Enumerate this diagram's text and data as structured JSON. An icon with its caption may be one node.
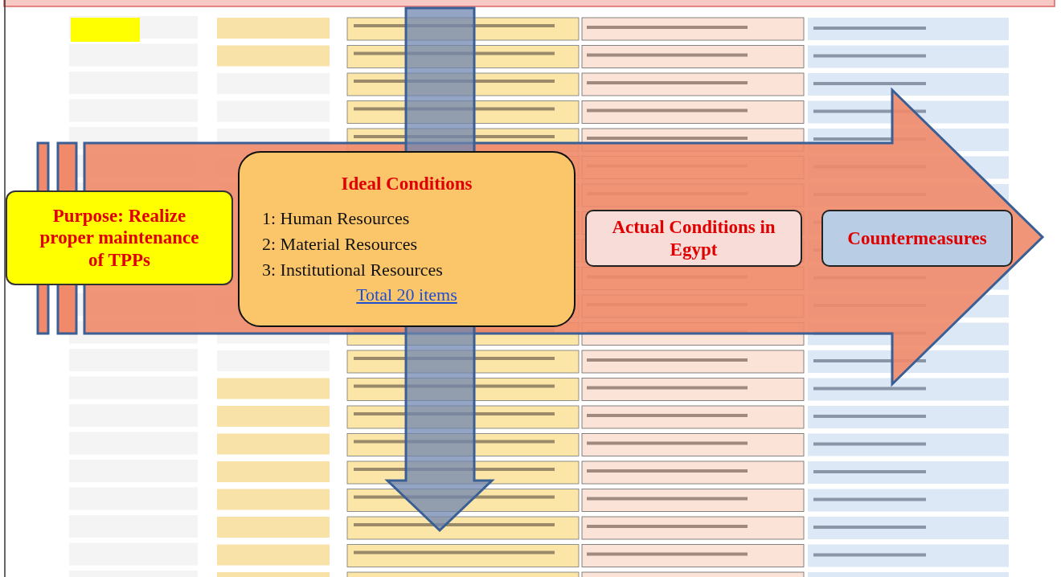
{
  "diagram": {
    "nodes": [
      {
        "text": [
          "Purpose: Realize proper maintenance of TPPs"
        ]
      },
      {
        "text": [
          "Ideal Conditions",
          "1: Human Resources",
          "2: Material Resources",
          "3: Institutional Resources",
          "Total 20 items"
        ]
      },
      {
        "text": [
          "Actual Conditions in Egypt"
        ]
      },
      {
        "text": [
          "Countermeasures"
        ]
      }
    ]
  }
}
